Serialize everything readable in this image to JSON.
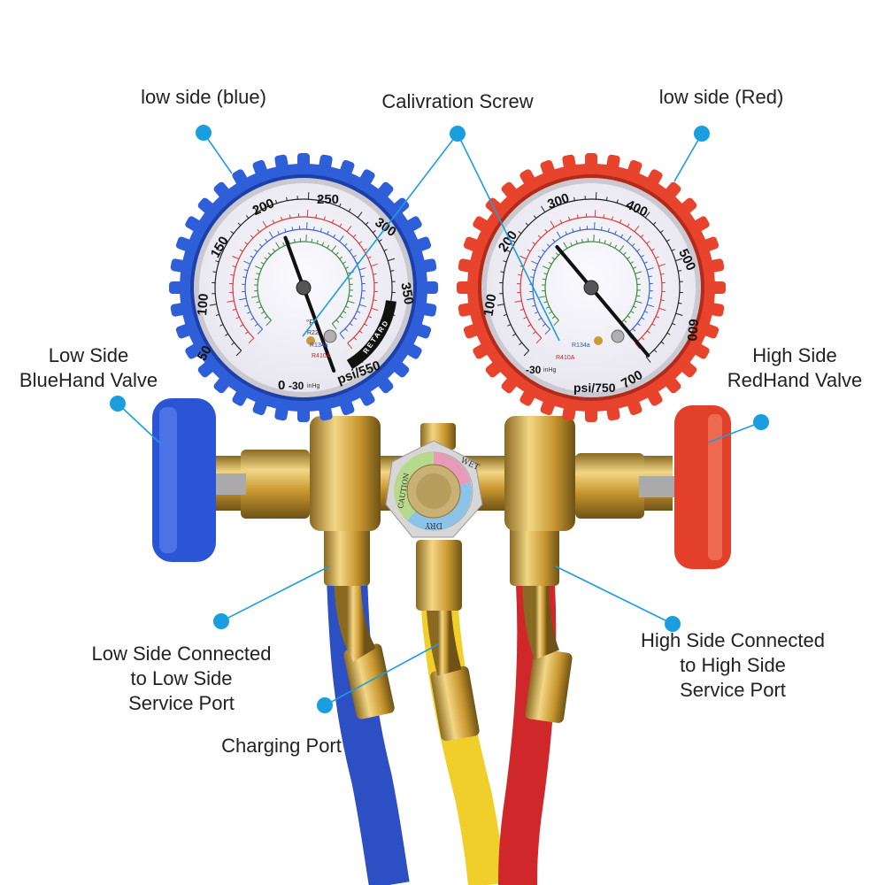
{
  "labels": {
    "low_side_blue": "low side (blue)",
    "calibration_screw": "Calivration Screw",
    "low_side_red": "low side (Red)",
    "low_valve_line1": "Low Side",
    "low_valve_line2": "BlueHand Valve",
    "high_valve_line1": "High Side",
    "high_valve_line2": "RedHand Valve",
    "low_port_line1": "Low Side Connected",
    "low_port_line2": "to Low Side",
    "low_port_line3": "Service Port",
    "charging_port": "Charging Port",
    "high_port_line1": "High Side Connected",
    "high_port_line2": "to High Side",
    "high_port_line3": "Service Port"
  },
  "blue_gauge": {
    "scale": [
      "0",
      "50",
      "100",
      "150",
      "200",
      "250",
      "300",
      "350"
    ],
    "unit": "psi/550",
    "vacuum": "-30",
    "vacuum_unit": "inHg",
    "retard": "RETARD",
    "temp_unit": "°F",
    "refrigerants": [
      "R22",
      "R134a",
      "R410A"
    ]
  },
  "red_gauge": {
    "scale": [
      "100",
      "200",
      "300",
      "400",
      "500",
      "600",
      "700"
    ],
    "unit": "psi/750",
    "vacuum": "-30",
    "vacuum_unit": "inHg",
    "refrigerants": [
      "R134a",
      "R410A"
    ]
  },
  "sight_glass": {
    "wet": "WET",
    "dry": "DRY",
    "caution": "CAUTION"
  },
  "colors": {
    "callout": "#1a9ee0",
    "blue": "#2f5fd8",
    "red": "#e8432c",
    "yellow": "#f2d330",
    "brass": "#d4a84a"
  }
}
